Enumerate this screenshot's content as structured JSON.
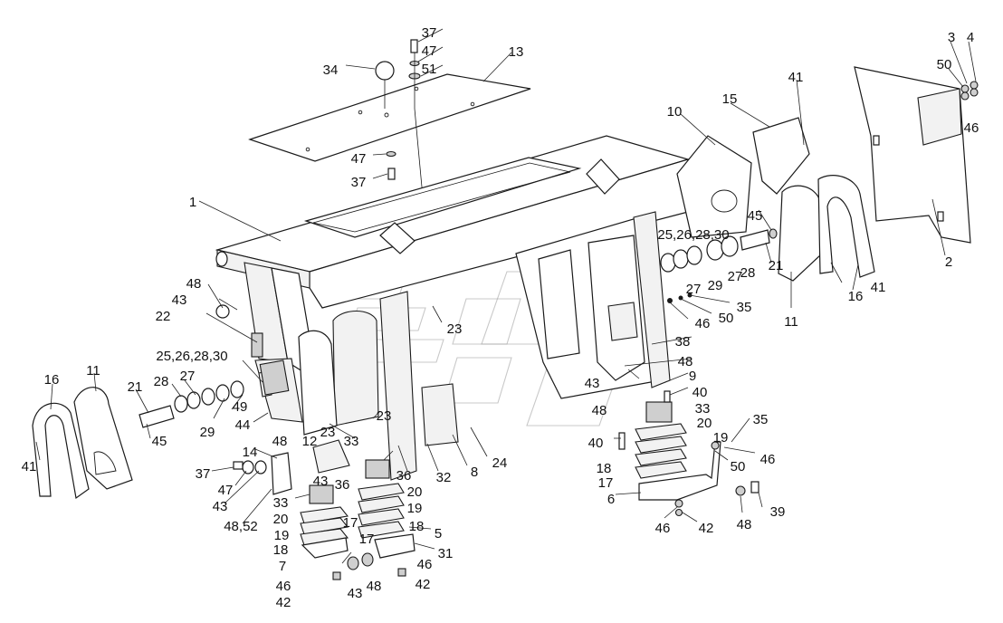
{
  "diagram": {
    "callouts": [
      {
        "id": "c37t",
        "text": "37"
      },
      {
        "id": "c47t",
        "text": "47"
      },
      {
        "id": "c51",
        "text": "51"
      },
      {
        "id": "c34",
        "text": "34"
      },
      {
        "id": "c13",
        "text": "13"
      },
      {
        "id": "c47m",
        "text": "47"
      },
      {
        "id": "c37m",
        "text": "37"
      },
      {
        "id": "c1",
        "text": "1"
      },
      {
        "id": "c10",
        "text": "10"
      },
      {
        "id": "c15",
        "text": "15"
      },
      {
        "id": "c41t",
        "text": "41"
      },
      {
        "id": "c3",
        "text": "3"
      },
      {
        "id": "c4",
        "text": "4"
      },
      {
        "id": "c50t",
        "text": "50"
      },
      {
        "id": "c46t",
        "text": "46"
      },
      {
        "id": "c2",
        "text": "2"
      },
      {
        "id": "c45r",
        "text": "45"
      },
      {
        "id": "c25r",
        "text": "25,26,28,30"
      },
      {
        "id": "c27r1",
        "text": "27"
      },
      {
        "id": "c29r",
        "text": "29"
      },
      {
        "id": "c28r",
        "text": "28"
      },
      {
        "id": "c27r2",
        "text": "27"
      },
      {
        "id": "c21r",
        "text": "21"
      },
      {
        "id": "c16r",
        "text": "16"
      },
      {
        "id": "c41r",
        "text": "41"
      },
      {
        "id": "c11r",
        "text": "11"
      },
      {
        "id": "c35t",
        "text": "35"
      },
      {
        "id": "c50m",
        "text": "50"
      },
      {
        "id": "c46m",
        "text": "46"
      },
      {
        "id": "c48l",
        "text": "48"
      },
      {
        "id": "c43l",
        "text": "43"
      },
      {
        "id": "c22",
        "text": "22"
      },
      {
        "id": "c23a",
        "text": "23"
      },
      {
        "id": "c25l",
        "text": "25,26,28,30"
      },
      {
        "id": "c28l",
        "text": "28"
      },
      {
        "id": "c27l",
        "text": "27"
      },
      {
        "id": "c16l",
        "text": "16"
      },
      {
        "id": "c11l",
        "text": "11"
      },
      {
        "id": "c21l",
        "text": "21"
      },
      {
        "id": "c49",
        "text": "49"
      },
      {
        "id": "c29l",
        "text": "29"
      },
      {
        "id": "c45l",
        "text": "45"
      },
      {
        "id": "c41l",
        "text": "41"
      },
      {
        "id": "c44",
        "text": "44"
      },
      {
        "id": "c23b",
        "text": "23"
      },
      {
        "id": "c23c",
        "text": "23"
      },
      {
        "id": "c48m",
        "text": "48"
      },
      {
        "id": "c12",
        "text": "12"
      },
      {
        "id": "c33a",
        "text": "33"
      },
      {
        "id": "c14",
        "text": "14"
      },
      {
        "id": "c37b",
        "text": "37"
      },
      {
        "id": "c47b",
        "text": "47"
      },
      {
        "id": "c43b",
        "text": "43"
      },
      {
        "id": "c48_52",
        "text": "48,52"
      },
      {
        "id": "c43c",
        "text": "43"
      },
      {
        "id": "c36a",
        "text": "36"
      },
      {
        "id": "c36b",
        "text": "36"
      },
      {
        "id": "c32",
        "text": "32"
      },
      {
        "id": "c8",
        "text": "8"
      },
      {
        "id": "c24",
        "text": "24"
      },
      {
        "id": "c33b",
        "text": "33"
      },
      {
        "id": "c20l",
        "text": "20"
      },
      {
        "id": "c17a",
        "text": "17"
      },
      {
        "id": "c19l",
        "text": "19"
      },
      {
        "id": "c18l",
        "text": "18"
      },
      {
        "id": "c7",
        "text": "7"
      },
      {
        "id": "c20m",
        "text": "20"
      },
      {
        "id": "c19m",
        "text": "19"
      },
      {
        "id": "c18m",
        "text": "18"
      },
      {
        "id": "c17b",
        "text": "17"
      },
      {
        "id": "c5",
        "text": "5"
      },
      {
        "id": "c31",
        "text": "31"
      },
      {
        "id": "c46b",
        "text": "46"
      },
      {
        "id": "c46c",
        "text": "46"
      },
      {
        "id": "c48b",
        "text": "48"
      },
      {
        "id": "c43d",
        "text": "43"
      },
      {
        "id": "c42b",
        "text": "42"
      },
      {
        "id": "c42c",
        "text": "42"
      },
      {
        "id": "c38",
        "text": "38"
      },
      {
        "id": "c48r1",
        "text": "48"
      },
      {
        "id": "c43r",
        "text": "43"
      },
      {
        "id": "c9",
        "text": "9"
      },
      {
        "id": "c40a",
        "text": "40"
      },
      {
        "id": "c48r2",
        "text": "48"
      },
      {
        "id": "c33r",
        "text": "33"
      },
      {
        "id": "c20r",
        "text": "20"
      },
      {
        "id": "c19r",
        "text": "19"
      },
      {
        "id": "c40b",
        "text": "40"
      },
      {
        "id": "c18r",
        "text": "18"
      },
      {
        "id": "c17r",
        "text": "17"
      },
      {
        "id": "c6",
        "text": "6"
      },
      {
        "id": "c35b",
        "text": "35"
      },
      {
        "id": "c46r",
        "text": "46"
      },
      {
        "id": "c50b",
        "text": "50"
      },
      {
        "id": "c39",
        "text": "39"
      },
      {
        "id": "c46d",
        "text": "46"
      },
      {
        "id": "c42r",
        "text": "42"
      },
      {
        "id": "c48r3",
        "text": "48"
      }
    ]
  }
}
